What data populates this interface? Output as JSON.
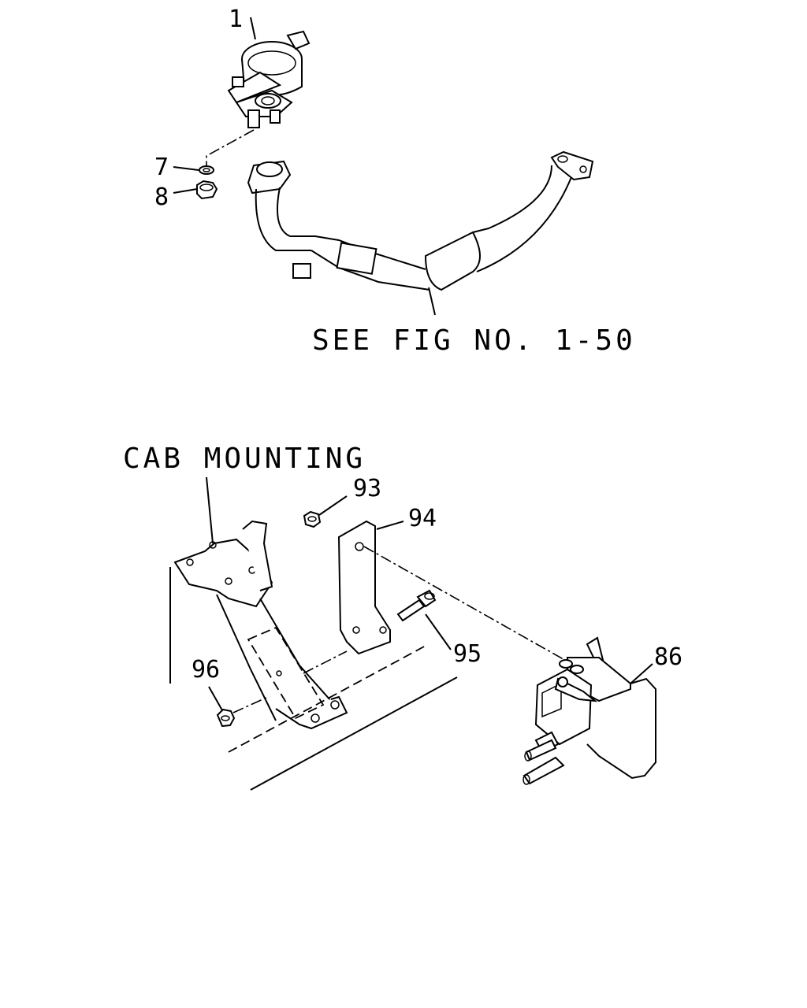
{
  "callouts": {
    "p1": "1",
    "p7": "7",
    "p8": "8",
    "p93": "93",
    "p94": "94",
    "p95": "95",
    "p96": "96",
    "p86": "86"
  },
  "notes": {
    "see_fig": "SEE FIG NO. 1-50",
    "cab_mounting": "CAB MOUNTING"
  }
}
